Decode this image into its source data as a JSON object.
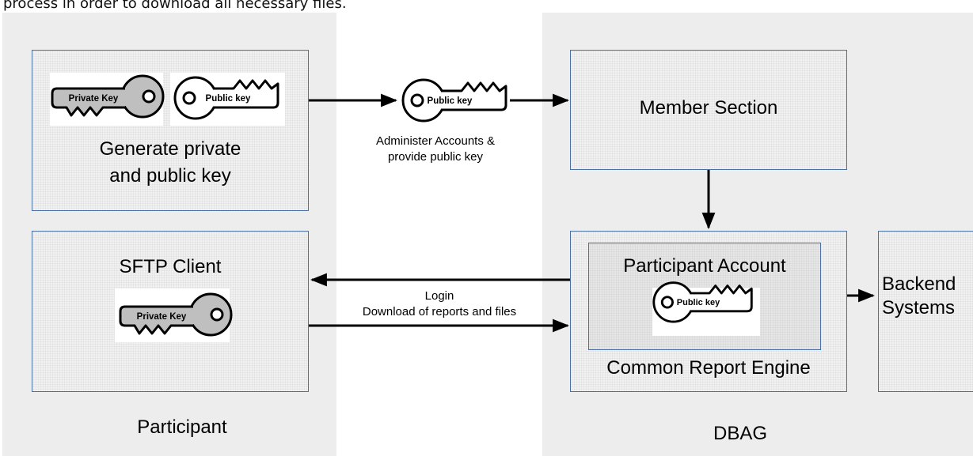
{
  "caption": "process in order to download all necessary files.",
  "zones": {
    "participant_label": "Participant",
    "dbag_label": "DBAG"
  },
  "boxes": {
    "generate_line1": "Generate private",
    "generate_line2": "and public key",
    "member_section": "Member Section",
    "sftp_client": "SFTP Client",
    "participant_account": "Participant Account",
    "common_report_engine": "Common Report Engine",
    "backend_line1": "Backend",
    "backend_line2": "Systems"
  },
  "keys": {
    "private": "Private Key",
    "public": "Public key"
  },
  "arrows": {
    "administer_line1": "Administer Accounts &",
    "administer_line2": "provide public key",
    "login": "Login",
    "download": "Download of reports and files"
  },
  "colors": {
    "box_border": "#4a6fa5",
    "zone_fill": "#ededed",
    "private_key_fill": "#bfbfbf",
    "public_key_fill": "#ffffff"
  },
  "icons": [
    "private-key-icon",
    "public-key-icon",
    "arrow-icon"
  ]
}
